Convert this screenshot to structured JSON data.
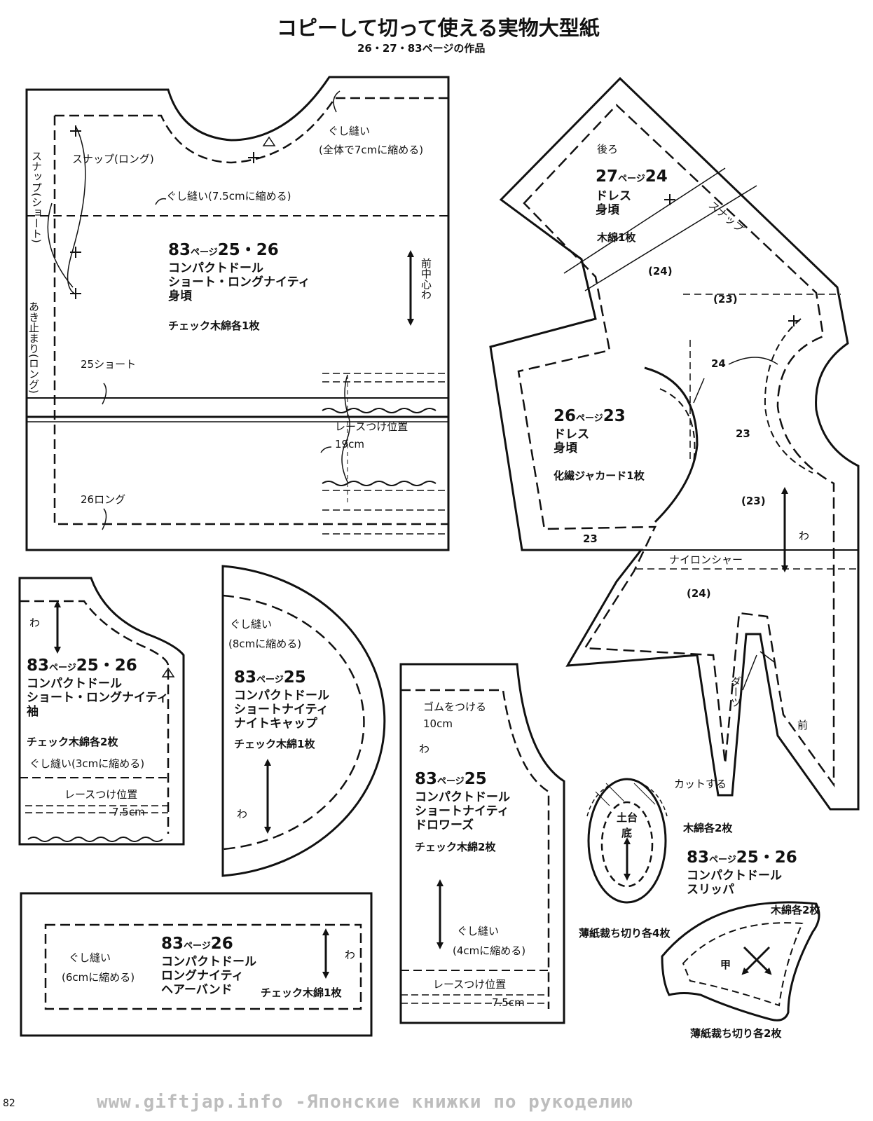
{
  "header": {
    "title": "コピーして切って使える実物大型紙",
    "subtitle": "26・27・83ページの作品"
  },
  "nightie_body": {
    "page_ref": "83",
    "page_word": "ページ",
    "numbers": "25・26",
    "name_lines": [
      "コンパクトドール",
      "ショート・ロングナイティ",
      "身頃"
    ],
    "fabric": "チェック木綿各1枚",
    "labels": {
      "gather": "ぐし縫い",
      "gather_total": "(全体で7cmに縮める)",
      "snap_long": "スナップ(ロング)",
      "snap_short": "スナップ(ショート)",
      "gather_mid": "ぐし縫い(7.5cmに縮める)",
      "center_front": "前中心わ",
      "open_end": "あき止まり(ロング)",
      "short": "25ショート",
      "long": "26ロング",
      "lace": "レースつけ位置",
      "lace_len": "19cm"
    }
  },
  "dress": {
    "p27": {
      "page_ref": "27",
      "page_word": "ページ",
      "number": "24",
      "lines": [
        "ドレス",
        "身頃"
      ],
      "fabric": "木綿1枚"
    },
    "p26": {
      "page_ref": "26",
      "page_word": "ページ",
      "number": "23",
      "lines": [
        "ドレス",
        "身頃"
      ],
      "fabric": "化繊ジャカード1枚"
    },
    "labels": {
      "back": "後ろ",
      "snap": "スナップ",
      "n24p": "(24)",
      "n23p": "(23)",
      "n24": "24",
      "n23": "23",
      "wa": "わ",
      "nylon": "ナイロンシャー",
      "dart": "ダーツ",
      "front": "前"
    }
  },
  "sleeve": {
    "page_ref": "83",
    "page_word": "ページ",
    "numbers": "25・26",
    "name_lines": [
      "コンパクトドール",
      "ショート・ロングナイティ",
      "袖"
    ],
    "fabric": "チェック木綿各2枚",
    "labels": {
      "wa": "わ",
      "gather": "ぐし縫い(3cmに縮める)",
      "lace": "レースつけ位置",
      "lace_len": "7.5cm"
    }
  },
  "nightcap": {
    "page_ref": "83",
    "page_word": "ページ",
    "number": "25",
    "name_lines": [
      "コンパクトドール",
      "ショートナイティ",
      "ナイトキャップ"
    ],
    "fabric": "チェック木綿1枚",
    "labels": {
      "gather": "ぐし縫い",
      "gather_len": "(8cmに縮める)",
      "wa": "わ"
    }
  },
  "drawers": {
    "page_ref": "83",
    "page_word": "ページ",
    "number": "25",
    "name_lines": [
      "コンパクトドール",
      "ショートナイティ",
      "ドロワーズ"
    ],
    "fabric": "チェック木綿2枚",
    "labels": {
      "elastic": "ゴムをつける",
      "elastic_len": "10cm",
      "wa": "わ",
      "gather": "ぐし縫い",
      "gather_len": "(4cmに縮める)",
      "lace": "レースつけ位置",
      "lace_len": "7.5cm"
    }
  },
  "hairband": {
    "page_ref": "83",
    "page_word": "ページ",
    "number": "26",
    "name_lines": [
      "コンパクトドール",
      "ロングナイティ",
      "ヘアーバンド"
    ],
    "fabric": "チェック木綿1枚",
    "labels": {
      "gather": "ぐし縫い",
      "gather_len": "(6cmに縮める)",
      "wa": "わ"
    }
  },
  "slipper": {
    "page_ref": "83",
    "page_word": "ページ",
    "numbers": "25・26",
    "name_lines": [
      "コンパクトドール",
      "スリッパ"
    ],
    "labels": {
      "cut": "カットする",
      "base_top": "土台",
      "base_sole": "底",
      "fabric_sole": "木綿各2枚",
      "thin_sole": "薄紙裁ち切り各4枚",
      "fabric_upper": "木綿各2枚",
      "upper": "甲",
      "thin_upper": "薄紙裁ち切り各2枚"
    }
  },
  "footer": {
    "page_number": "82",
    "watermark": "www.giftjap.info -Японские книжки по рукоделию"
  },
  "colors": {
    "ink": "#111111",
    "paper": "#ffffff",
    "watermark": "#bdbdbd"
  }
}
